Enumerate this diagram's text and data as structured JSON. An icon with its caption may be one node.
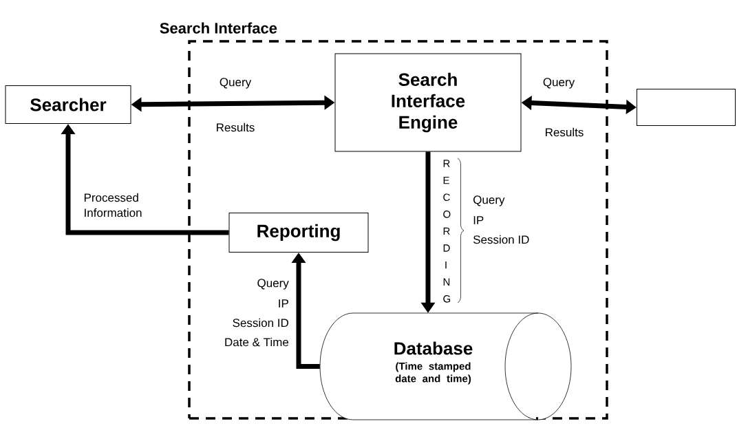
{
  "diagram": {
    "nodes": [
      {
        "text": [
          "Search Interface"
        ]
      },
      {
        "text": [
          "Searcher"
        ]
      },
      {
        "text": [
          "Search Interface Engine"
        ],
        "in": 0
      },
      {
        "text": [],
        "shape": "box"
      },
      {
        "text": [
          "Reporting"
        ],
        "in": 0
      },
      {
        "text": [
          "Database",
          "(Time stamped date and time)"
        ],
        "in": 0
      }
    ],
    "edges": [
      {
        "from": 1,
        "to": 2,
        "arrow": "both",
        "label": "Query"
      },
      {
        "from": 2,
        "to": 3,
        "arrow": "both",
        "label": "Query"
      },
      {
        "from": 2,
        "to": 5,
        "arrow": "to",
        "label": "RECORDING"
      },
      {
        "from": 5,
        "to": 4,
        "arrow": "to"
      },
      {
        "from": 4,
        "to": 1,
        "arrow": "to",
        "label": "Processed Information"
      }
    ],
    "labels": [
      "Results",
      "Results",
      "Query",
      "IP",
      "Session ID",
      "Query",
      "IP",
      "Session ID",
      "Date & Time"
    ]
  }
}
